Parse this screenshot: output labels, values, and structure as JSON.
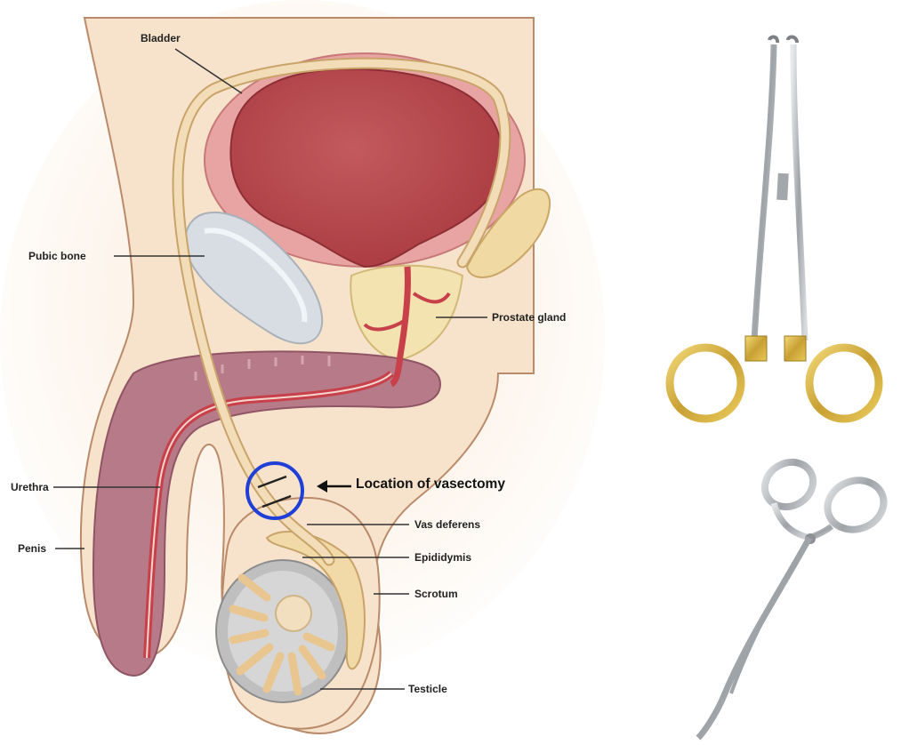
{
  "diagram": {
    "labels": {
      "bladder": "Bladder",
      "pubic_bone": "Pubic bone",
      "prostate_gland": "Prostate gland",
      "urethra": "Urethra",
      "penis": "Penis",
      "vas_deferens": "Vas deferens",
      "epididymis": "Epididymis",
      "scrotum": "Scrotum",
      "testicle": "Testicle",
      "vasectomy_location": "Location of vasectomy"
    },
    "colors": {
      "skin": "#f7e3cc",
      "bladder_wall": "#e8a3a3",
      "bladder_inner": "#b9474d",
      "vas_deferens": "#f2ddb8",
      "prostate": "#f3e3b0",
      "urethra": "#c7404a",
      "penis_tissue": "#b77a88",
      "pubic_bone": "#d7dde3",
      "highlight_circle": "#1f3fd6",
      "instrument_gold": "#d4af37",
      "instrument_steel": "#b8bcc0"
    },
    "instruments": [
      {
        "icon": "tissue-forceps-gold-handles-icon"
      },
      {
        "icon": "curved-hemostat-forceps-icon"
      }
    ]
  }
}
